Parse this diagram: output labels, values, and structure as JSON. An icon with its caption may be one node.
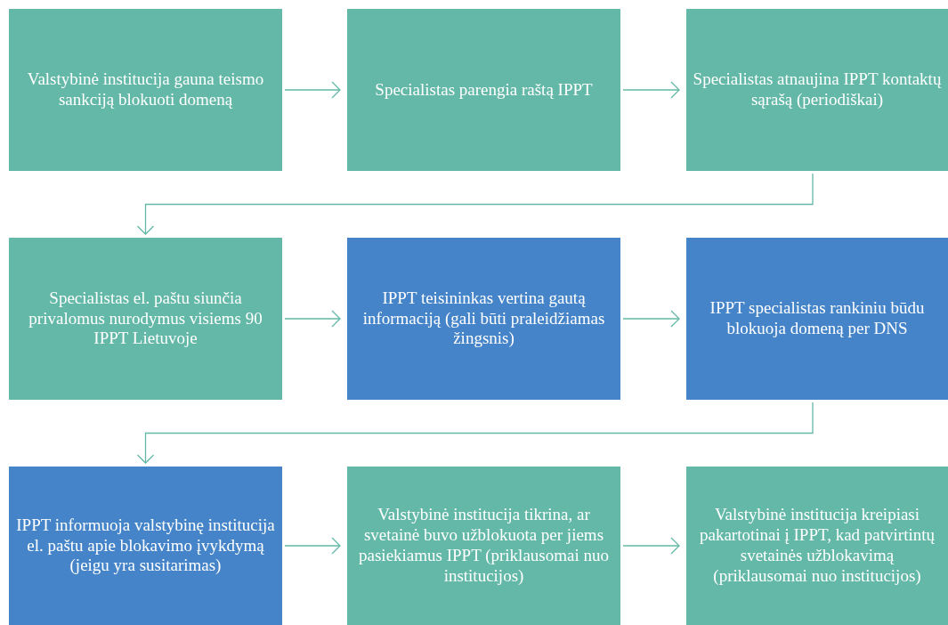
{
  "diagram": {
    "nodes": [
      {
        "text": [
          "Valstybinė institucija gauna teismo sankciją blokuoti domeną"
        ]
      },
      {
        "text": [
          "Specialistas parengia raštą IPPT"
        ]
      },
      {
        "text": [
          "Specialistas atnaujina IPPT kontaktų sąrašą (periodiškai)"
        ]
      },
      {
        "text": [
          "Specialistas el. paštu siunčia privalomus nurodymus visiems 90 IPPT Lietuvoje"
        ]
      },
      {
        "text": [
          "IPPT teisininkas vertina gautą informaciją (gali būti praleidžiamas žingsnis)"
        ]
      },
      {
        "text": [
          "IPPT specialistas rankiniu būdu blokuoja domeną per DNS"
        ]
      },
      {
        "text": [
          "IPPT informuoja valstybinę institucija el. paštu apie blokavimo įvykdymą (jeigu yra susitarimas)"
        ]
      },
      {
        "text": [
          "Valstybinė institucija tikrina, ar svetainė buvo užblokuota per jiems pasiekiamus IPPT (priklausomai nuo institucijos)"
        ]
      },
      {
        "text": [
          "Valstybinė institucija kreipiasi pakartotinai į IPPT, kad patvirtintų svetainės užblokavimą (priklausomai nuo institucijos)"
        ]
      }
    ],
    "edges": [
      {
        "from": 0,
        "to": 1,
        "arrow": "to"
      },
      {
        "from": 1,
        "to": 2,
        "arrow": "to"
      },
      {
        "from": 2,
        "to": 3,
        "arrow": "to"
      },
      {
        "from": 3,
        "to": 4,
        "arrow": "to"
      },
      {
        "from": 4,
        "to": 5,
        "arrow": "to"
      },
      {
        "from": 5,
        "to": 6,
        "arrow": "to"
      },
      {
        "from": 6,
        "to": 7,
        "arrow": "to"
      },
      {
        "from": 7,
        "to": 8,
        "arrow": "to"
      }
    ]
  }
}
